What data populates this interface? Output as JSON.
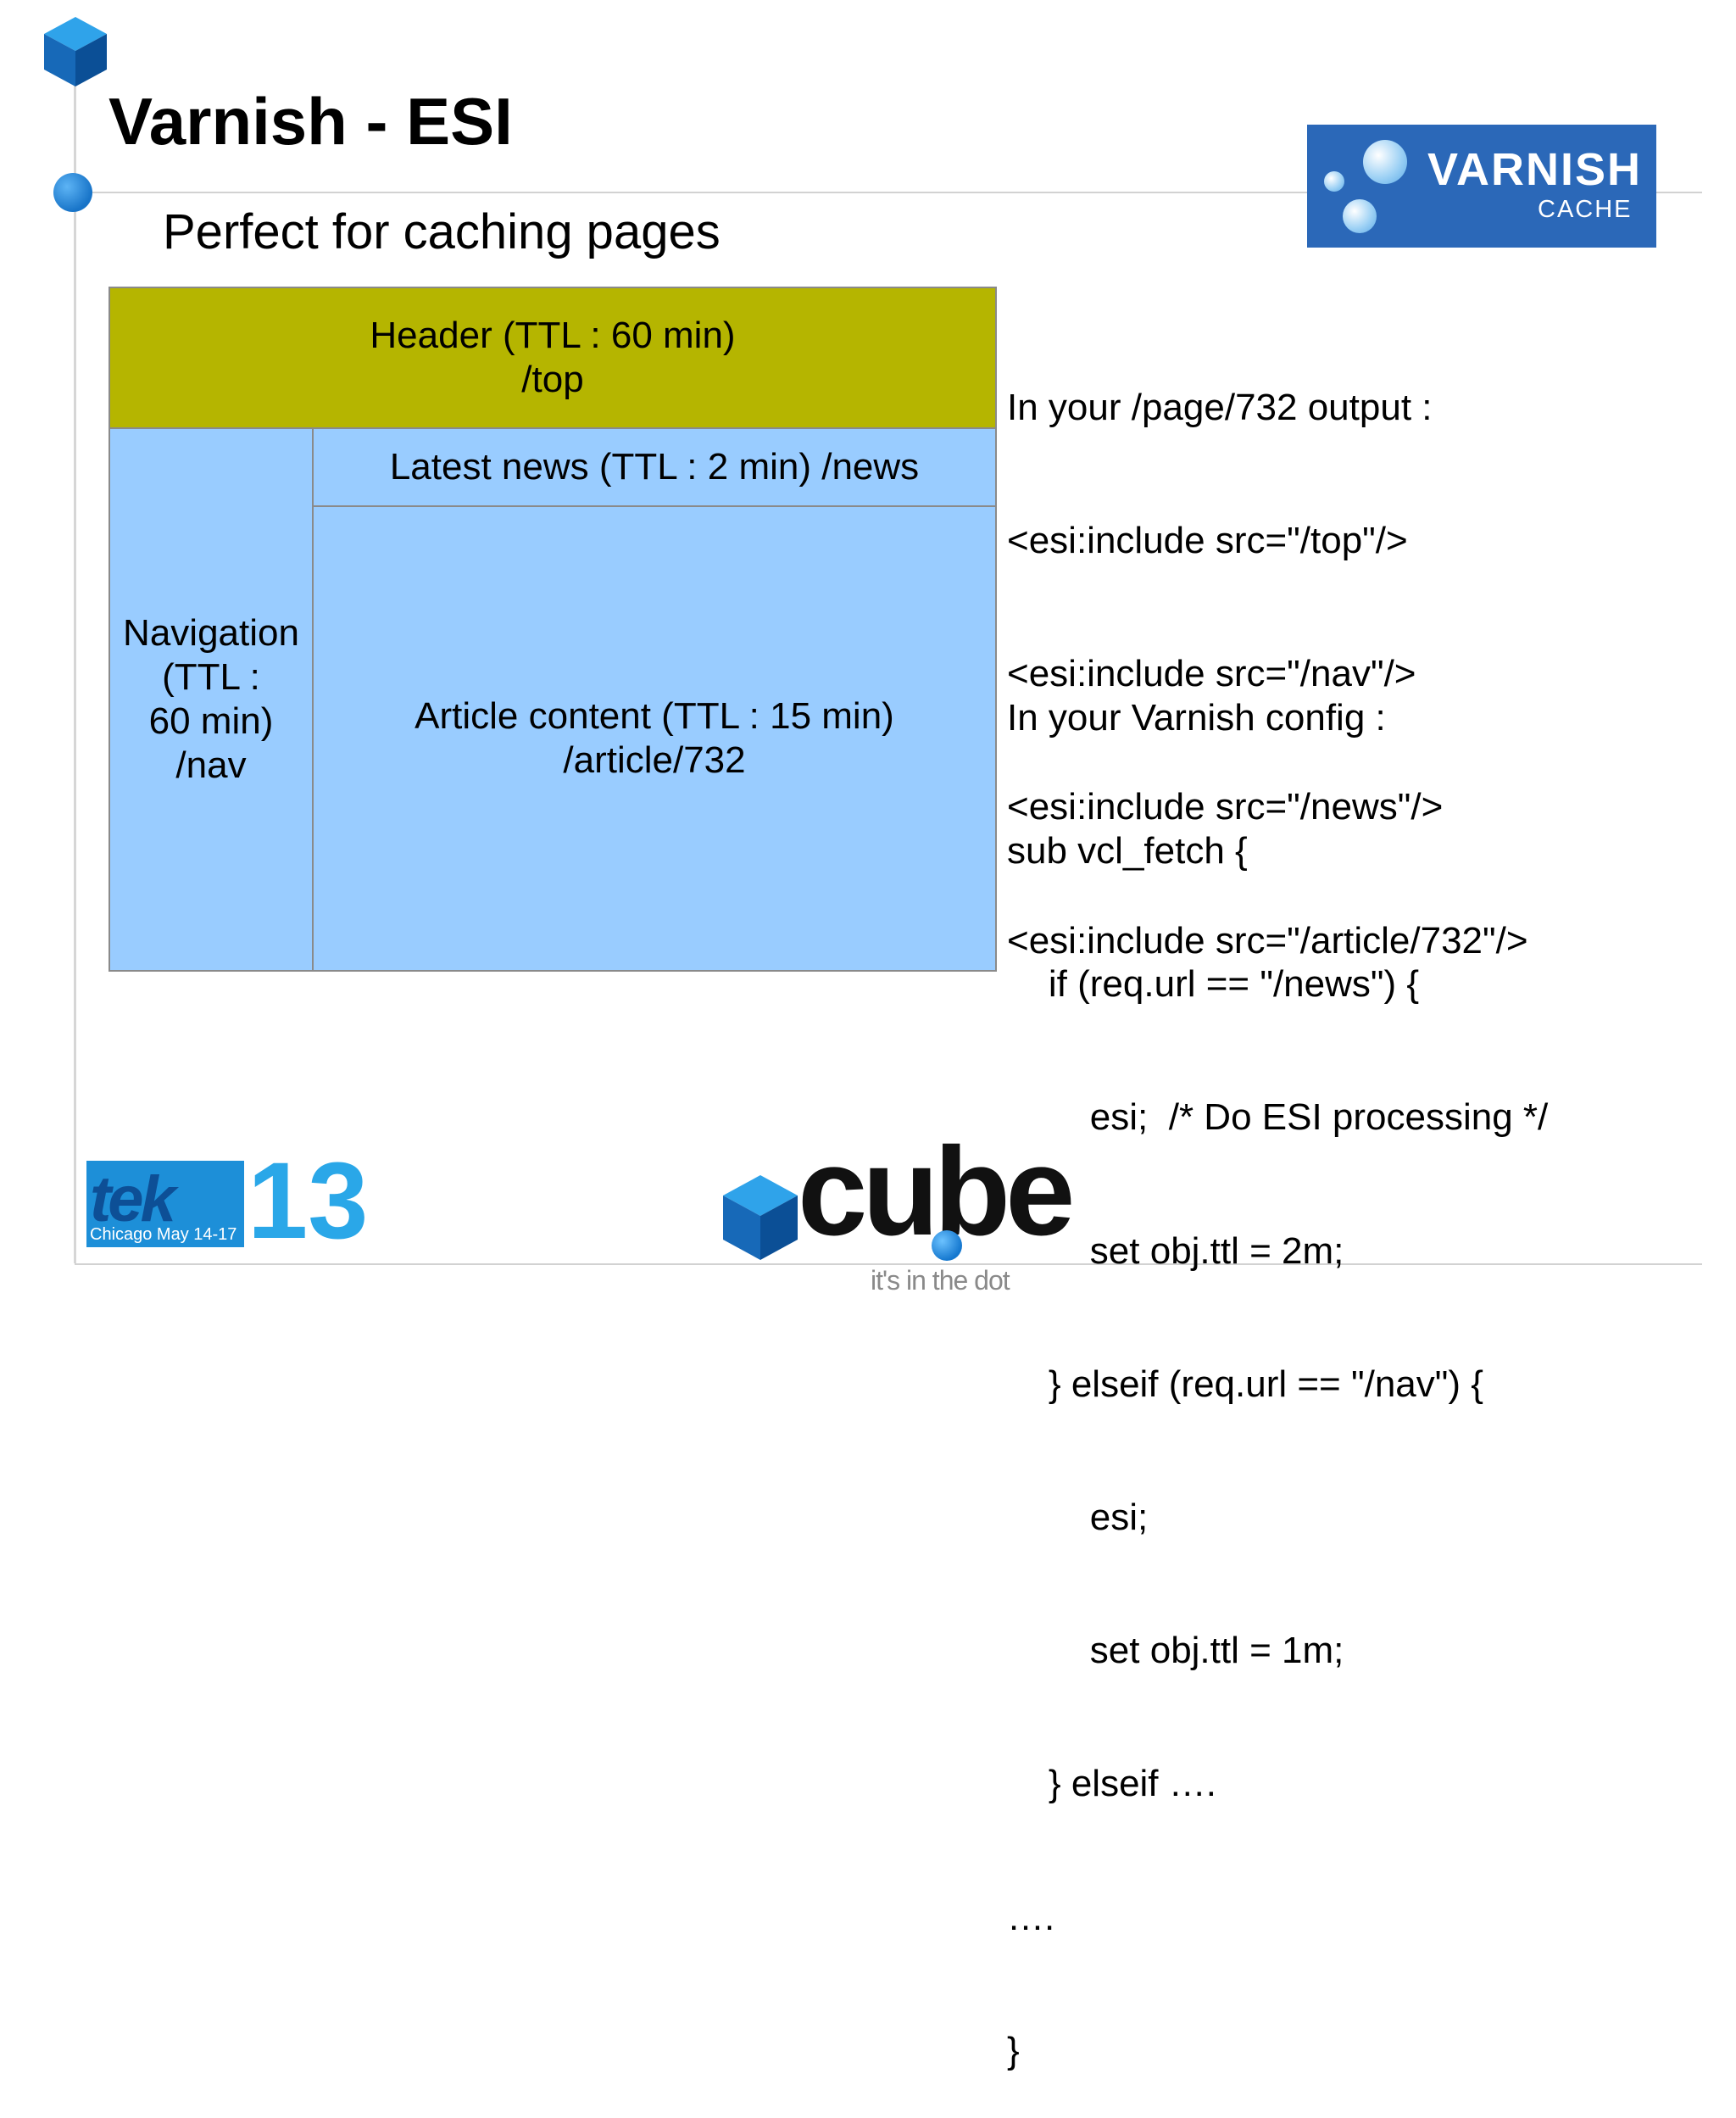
{
  "slide": {
    "title": "Varnish - ESI",
    "subtitle": "Perfect for caching pages"
  },
  "logo": {
    "varnish_word": "VARNISH",
    "cache_word": "CACHE"
  },
  "diagram": {
    "header": "Header (TTL : 60 min)\n/top",
    "navigation": "Navigation\n(TTL :\n60 min)\n/nav",
    "news": "Latest news (TTL : 2 min) /news",
    "article": "Article content (TTL : 15 min)\n/article/732"
  },
  "code_output": [
    "In your /page/732 output :",
    "<esi:include src=\"/top\"/>",
    "<esi:include src=\"/nav\"/>",
    "<esi:include src=\"/news\"/>",
    "<esi:include src=\"/article/732\"/>"
  ],
  "code_config": [
    "In your Varnish config :",
    "sub vcl_fetch {",
    "    if (req.url == \"/news\") {",
    "        esi;  /* Do ESI processing */",
    "        set obj.ttl = 2m;",
    "    } elseif (req.url == \"/nav\") {",
    "        esi;",
    "        set obj.ttl = 1m;",
    "    } elseif ….",
    "….",
    "}"
  ],
  "footer": {
    "tek_word": "tek",
    "tek_number": "13",
    "tek_sub": "Chicago May 14-17",
    "cube_word": "cube",
    "cube_tagline": "it's in the dot"
  },
  "colors": {
    "header_box": "#b5b500",
    "content_box": "#99ccff",
    "varnish_blue": "#2b68b8"
  }
}
